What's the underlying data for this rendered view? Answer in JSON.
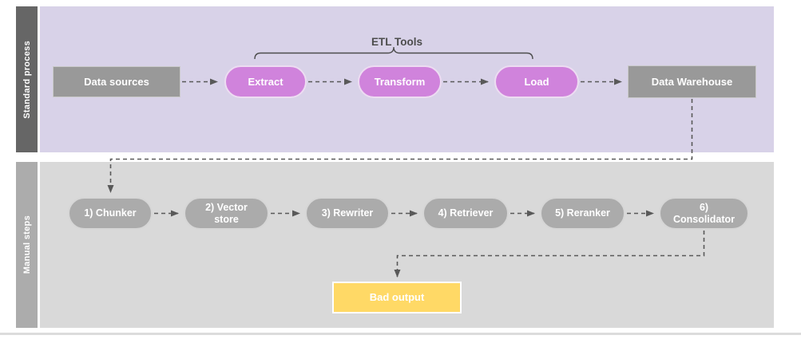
{
  "diagram": {
    "lanes": [
      {
        "id": "standard-process",
        "label": "Standard process"
      },
      {
        "id": "manual-steps",
        "label": "Manual steps"
      }
    ],
    "annotation": {
      "etl_tools": "ETL Tools"
    },
    "nodes": {
      "data_sources": {
        "label": "Data sources",
        "type": "process"
      },
      "extract": {
        "label": "Extract",
        "type": "etl-tool"
      },
      "transform": {
        "label": "Transform",
        "type": "etl-tool"
      },
      "load": {
        "label": "Load",
        "type": "etl-tool"
      },
      "data_warehouse": {
        "label": "Data Warehouse",
        "type": "process"
      },
      "chunker": {
        "label": "1) Chunker",
        "type": "manual-step"
      },
      "vector_store": {
        "label": "2) Vector store",
        "type": "manual-step"
      },
      "rewriter": {
        "label": "3) Rewriter",
        "type": "manual-step"
      },
      "retriever": {
        "label": "4) Retriever",
        "type": "manual-step"
      },
      "reranker": {
        "label": "5) Reranker",
        "type": "manual-step"
      },
      "consolidator": {
        "label": "6) Consolidator",
        "type": "manual-step"
      },
      "bad_output": {
        "label": "Bad output",
        "type": "warning"
      }
    },
    "edges": [
      {
        "from": "Data sources",
        "to": "Extract",
        "style": "dashed-arrow"
      },
      {
        "from": "Extract",
        "to": "Transform",
        "style": "dashed-arrow"
      },
      {
        "from": "Transform",
        "to": "Load",
        "style": "dashed-arrow"
      },
      {
        "from": "Load",
        "to": "Data Warehouse",
        "style": "dashed-arrow"
      },
      {
        "from": "Data Warehouse",
        "to": "1) Chunker",
        "style": "dashed-arrow-elbow"
      },
      {
        "from": "1) Chunker",
        "to": "2) Vector store",
        "style": "dashed-arrow"
      },
      {
        "from": "2) Vector store",
        "to": "3) Rewriter",
        "style": "dashed-arrow"
      },
      {
        "from": "3) Rewriter",
        "to": "4) Retriever",
        "style": "dashed-arrow"
      },
      {
        "from": "4) Retriever",
        "to": "5) Reranker",
        "style": "dashed-arrow"
      },
      {
        "from": "5) Reranker",
        "to": "6) Consolidator",
        "style": "dashed-arrow"
      },
      {
        "from": "6) Consolidator",
        "to": "Bad output",
        "style": "dashed-arrow-elbow"
      }
    ],
    "colors": {
      "lane_standard_bar": "#666666",
      "lane_standard_bg": "#d8d2e8",
      "lane_manual_bar": "#acacac",
      "lane_manual_bg": "#d9d9d9",
      "process_node": "#999999",
      "etl_tool_node": "#d083dc",
      "manual_step_node": "#ababab",
      "bad_output_node": "#ffd966",
      "connector": "#595959",
      "node_text": "#ffffff"
    }
  }
}
